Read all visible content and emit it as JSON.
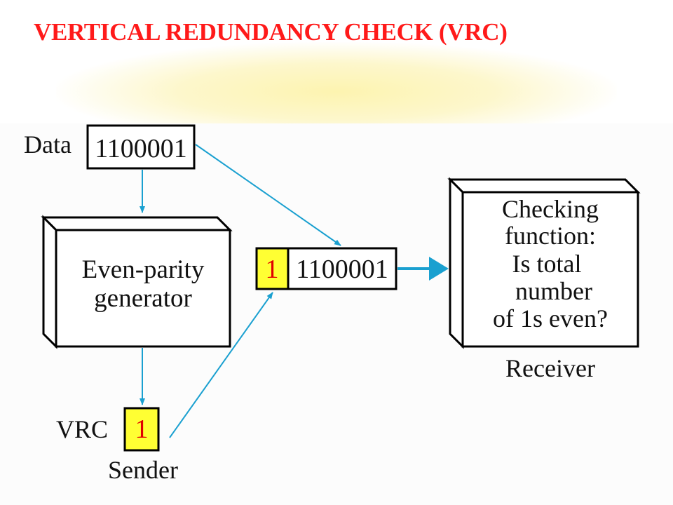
{
  "title": "VERTICAL REDUNDANCY CHECK (VRC)",
  "data_label": "Data",
  "data_bits": "1100001",
  "generator_line1": "Even-parity",
  "generator_line2": "generator",
  "codeword_parity_bit": "1",
  "codeword_data": "1100001",
  "checker_lines": [
    "Checking",
    "function:",
    "Is total",
    "number",
    "of 1s even?"
  ],
  "receiver_label": "Receiver",
  "vrc_label": "VRC",
  "vrc_bit": "1",
  "sender_label": "Sender",
  "colors": {
    "title": "#ff1a1a",
    "arrow": "#1aa0d0",
    "parity_fill": "#ffff33",
    "parity_text": "#e00000"
  }
}
